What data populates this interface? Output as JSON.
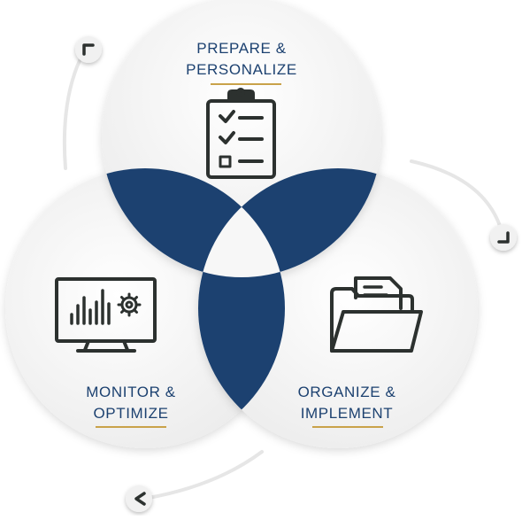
{
  "diagram": {
    "colors": {
      "accent_navy": "#1c4170",
      "icon_dark": "#2c312f",
      "gold_rule": "#c9a24a",
      "circle_light": "#eeeeee",
      "arrow_track": "#e6e6e6"
    },
    "stages": [
      {
        "id": "prepare",
        "line1": "PREPARE &",
        "line2": "PERSONALIZE",
        "icon": "clipboard-checklist-icon"
      },
      {
        "id": "monitor",
        "line1": "MONITOR &",
        "line2": "OPTIMIZE",
        "icon": "monitor-chart-gear-icon"
      },
      {
        "id": "organize",
        "line1": "ORGANIZE &",
        "line2": "IMPLEMENT",
        "icon": "open-folder-icon"
      }
    ],
    "cycle_arrows": [
      "chevron-up-left-icon",
      "chevron-down-right-icon",
      "chevron-left-icon"
    ]
  }
}
